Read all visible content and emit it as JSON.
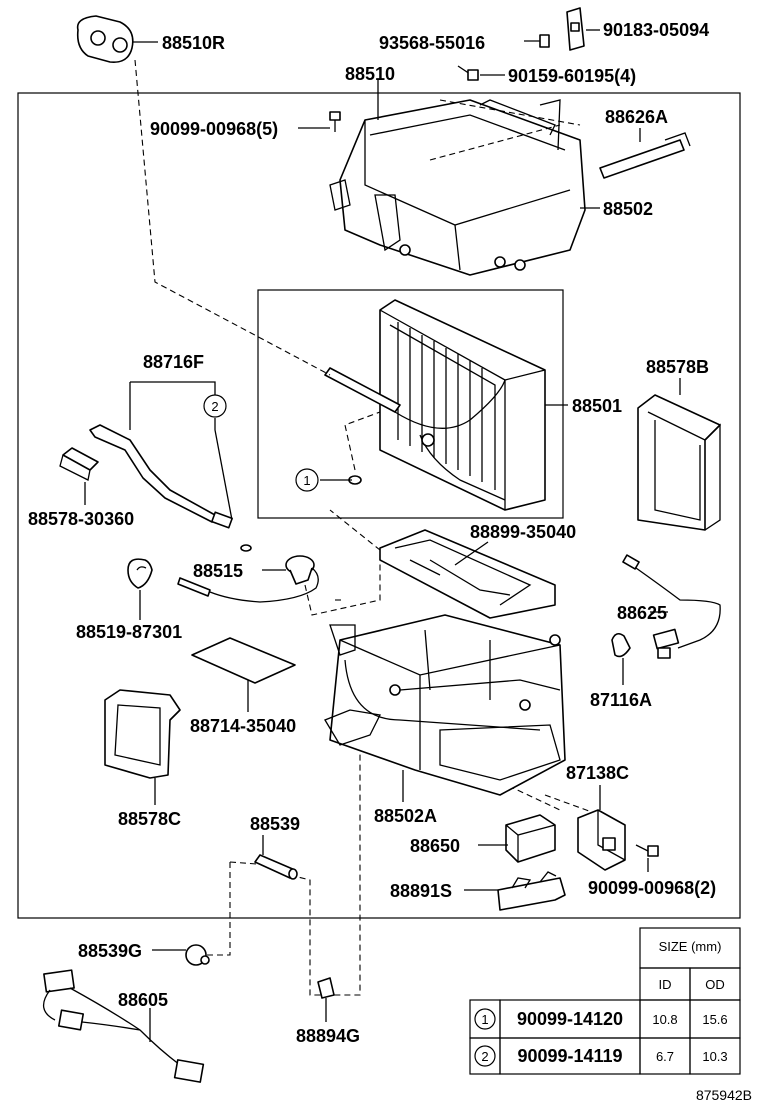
{
  "labels": {
    "p88510R": "88510R",
    "p93568": "93568-55016",
    "p90183": "90183-05094",
    "p88510": "88510",
    "p90159": "90159-60195(4)",
    "p90099a": "90099-00968(5)",
    "p88626A": "88626A",
    "p88502": "88502",
    "p88716F": "88716F",
    "p88501": "88501",
    "p88578B": "88578B",
    "p88578_30360": "88578-30360",
    "p88899": "88899-35040",
    "p88515": "88515",
    "p88519": "88519-87301",
    "p88625": "88625",
    "p88714": "88714-35040",
    "p87116A": "87116A",
    "p88578C": "88578C",
    "p88502A": "88502A",
    "p87138C": "87138C",
    "p88539": "88539",
    "p88650": "88650",
    "p90099b": "90099-00968(2)",
    "p88891S": "88891S",
    "p88539G": "88539G",
    "p88605": "88605",
    "p88894G": "88894G",
    "callout1": "1",
    "callout2": "2"
  },
  "size_table": {
    "header": "SIZE (mm)",
    "col_id": "ID",
    "col_od": "OD",
    "rows": [
      {
        "ref": "1",
        "part": "90099-14120",
        "id": "10.8",
        "od": "15.6"
      },
      {
        "ref": "2",
        "part": "90099-14119",
        "id": "6.7",
        "od": "10.3"
      }
    ]
  },
  "diagram_code": "875942B"
}
